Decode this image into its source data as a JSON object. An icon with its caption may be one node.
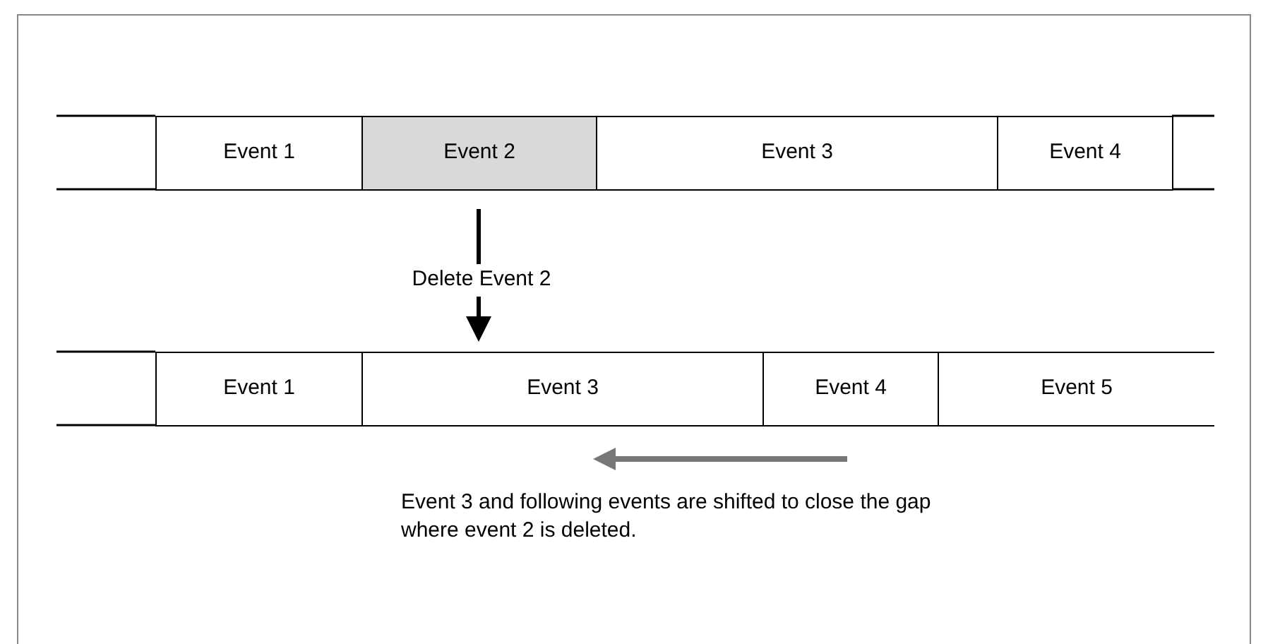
{
  "diagram": {
    "nodes": [
      {
        "text": [
          "Event 1"
        ]
      },
      {
        "text": [
          "Event 2"
        ]
      },
      {
        "text": [
          "Event 3"
        ]
      },
      {
        "text": [
          "Event 4"
        ]
      },
      {
        "text": [
          "Event 1"
        ]
      },
      {
        "text": [
          "Event 3"
        ]
      },
      {
        "text": [
          "Event 4"
        ]
      },
      {
        "text": [
          "Event 5"
        ]
      }
    ],
    "edges": [
      {
        "from": 1,
        "to": 5,
        "arrow": "to",
        "label": "Delete Event 2"
      }
    ],
    "labels": [
      "Event 3 and following events are shifted to close the gap where event 2 is deleted."
    ]
  }
}
